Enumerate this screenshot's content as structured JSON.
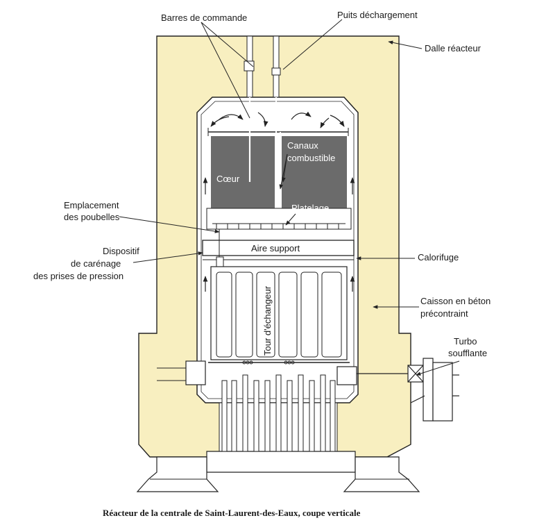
{
  "labels": {
    "barres": "Barres de commande",
    "puits": "Puits déchargement",
    "dalle": "Dalle réacteur",
    "coeur": "Cœur",
    "canaux_1": "Canaux",
    "canaux_2": "combustible",
    "platelage": "Platelage",
    "emplacement_1": "Emplacement",
    "emplacement_2": "des poubelles",
    "aire": "Aire support",
    "dispositif_1": "Dispositif",
    "dispositif_2": "de carénage",
    "dispositif_3": "des prises de pression",
    "calorifuge": "Calorifuge",
    "caisson_1": "Caisson en béton",
    "caisson_2": "précontraint",
    "tour": "Tour d'échangeur",
    "turbo_1": "Turbo",
    "turbo_2": "soufflante"
  },
  "caption": "Réacteur de la centrale de Saint-Laurent-des-Eaux, coupe verticale",
  "colors": {
    "concrete": "#f8efc0",
    "core": "#6b6b6b",
    "line": "#222222"
  }
}
